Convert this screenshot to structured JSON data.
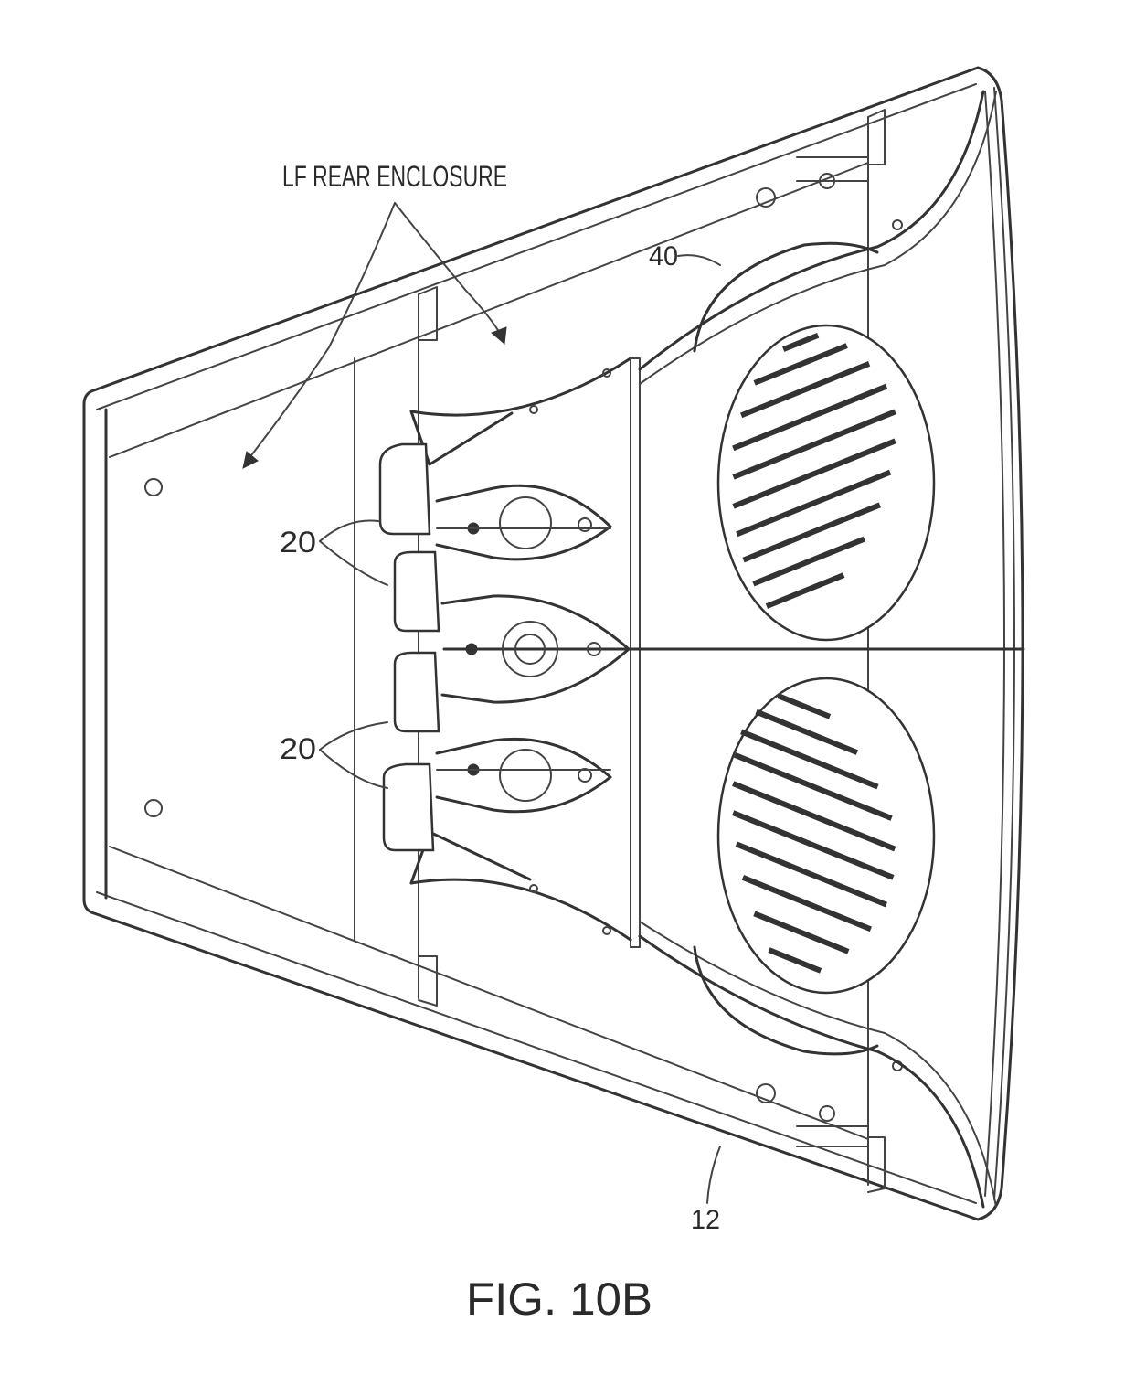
{
  "figure": {
    "caption": "FIG. 10B",
    "labels": {
      "enclosure": "LF REAR ENCLOSURE",
      "drivers_upper": "20",
      "drivers_lower": "20",
      "ref_40": "40",
      "ref_12": "12"
    }
  }
}
